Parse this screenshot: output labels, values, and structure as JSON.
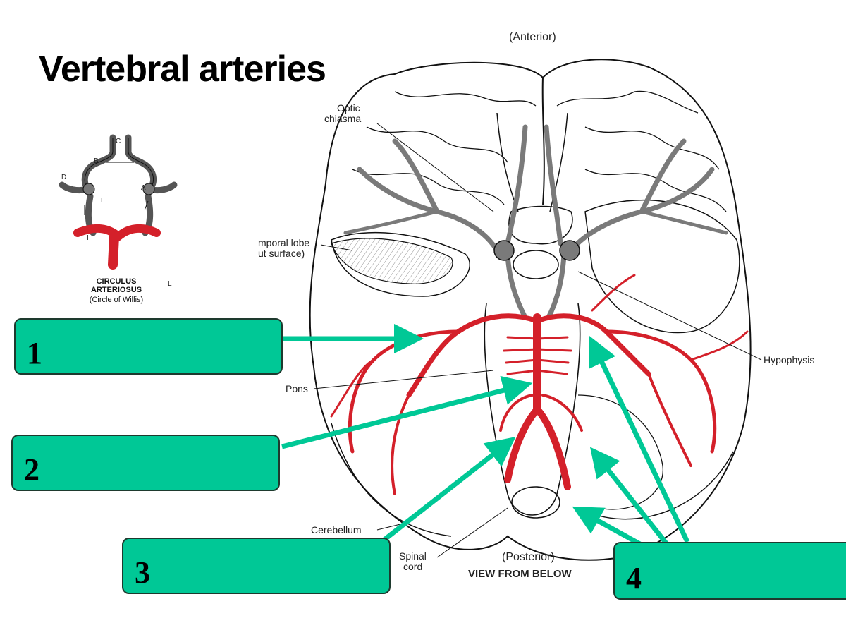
{
  "slide": {
    "title": "Vertebral arteries"
  },
  "inset": {
    "caption_line1": "CIRCULUS",
    "caption_line2": "ARTERIOSUS",
    "caption_line3": "(Circle of Willis)",
    "letters": [
      "C",
      "B",
      "D",
      "A",
      "E",
      "I"
    ],
    "side_mark": "L"
  },
  "brain_labels": {
    "anterior": "(Anterior)",
    "optic_1": "Optic",
    "optic_2": "chiasma",
    "temporal_1": "mporal lobe",
    "temporal_2": "ut surface)",
    "hypophysis": "Hypophysis",
    "pons": "Pons",
    "cerebellum": "Cerebellum",
    "spinal_1": "Spinal",
    "spinal_2": "cord",
    "posterior": "(Posterior)",
    "view": "VIEW FROM BELOW"
  },
  "answer_boxes": [
    {
      "number": "1"
    },
    {
      "number": "2"
    },
    {
      "number": "3"
    },
    {
      "number": "4"
    }
  ],
  "colors": {
    "box_fill": "#00c896",
    "arrow": "#00c896",
    "artery": "#d4202a",
    "artery_gray": "#7a7a7a"
  }
}
